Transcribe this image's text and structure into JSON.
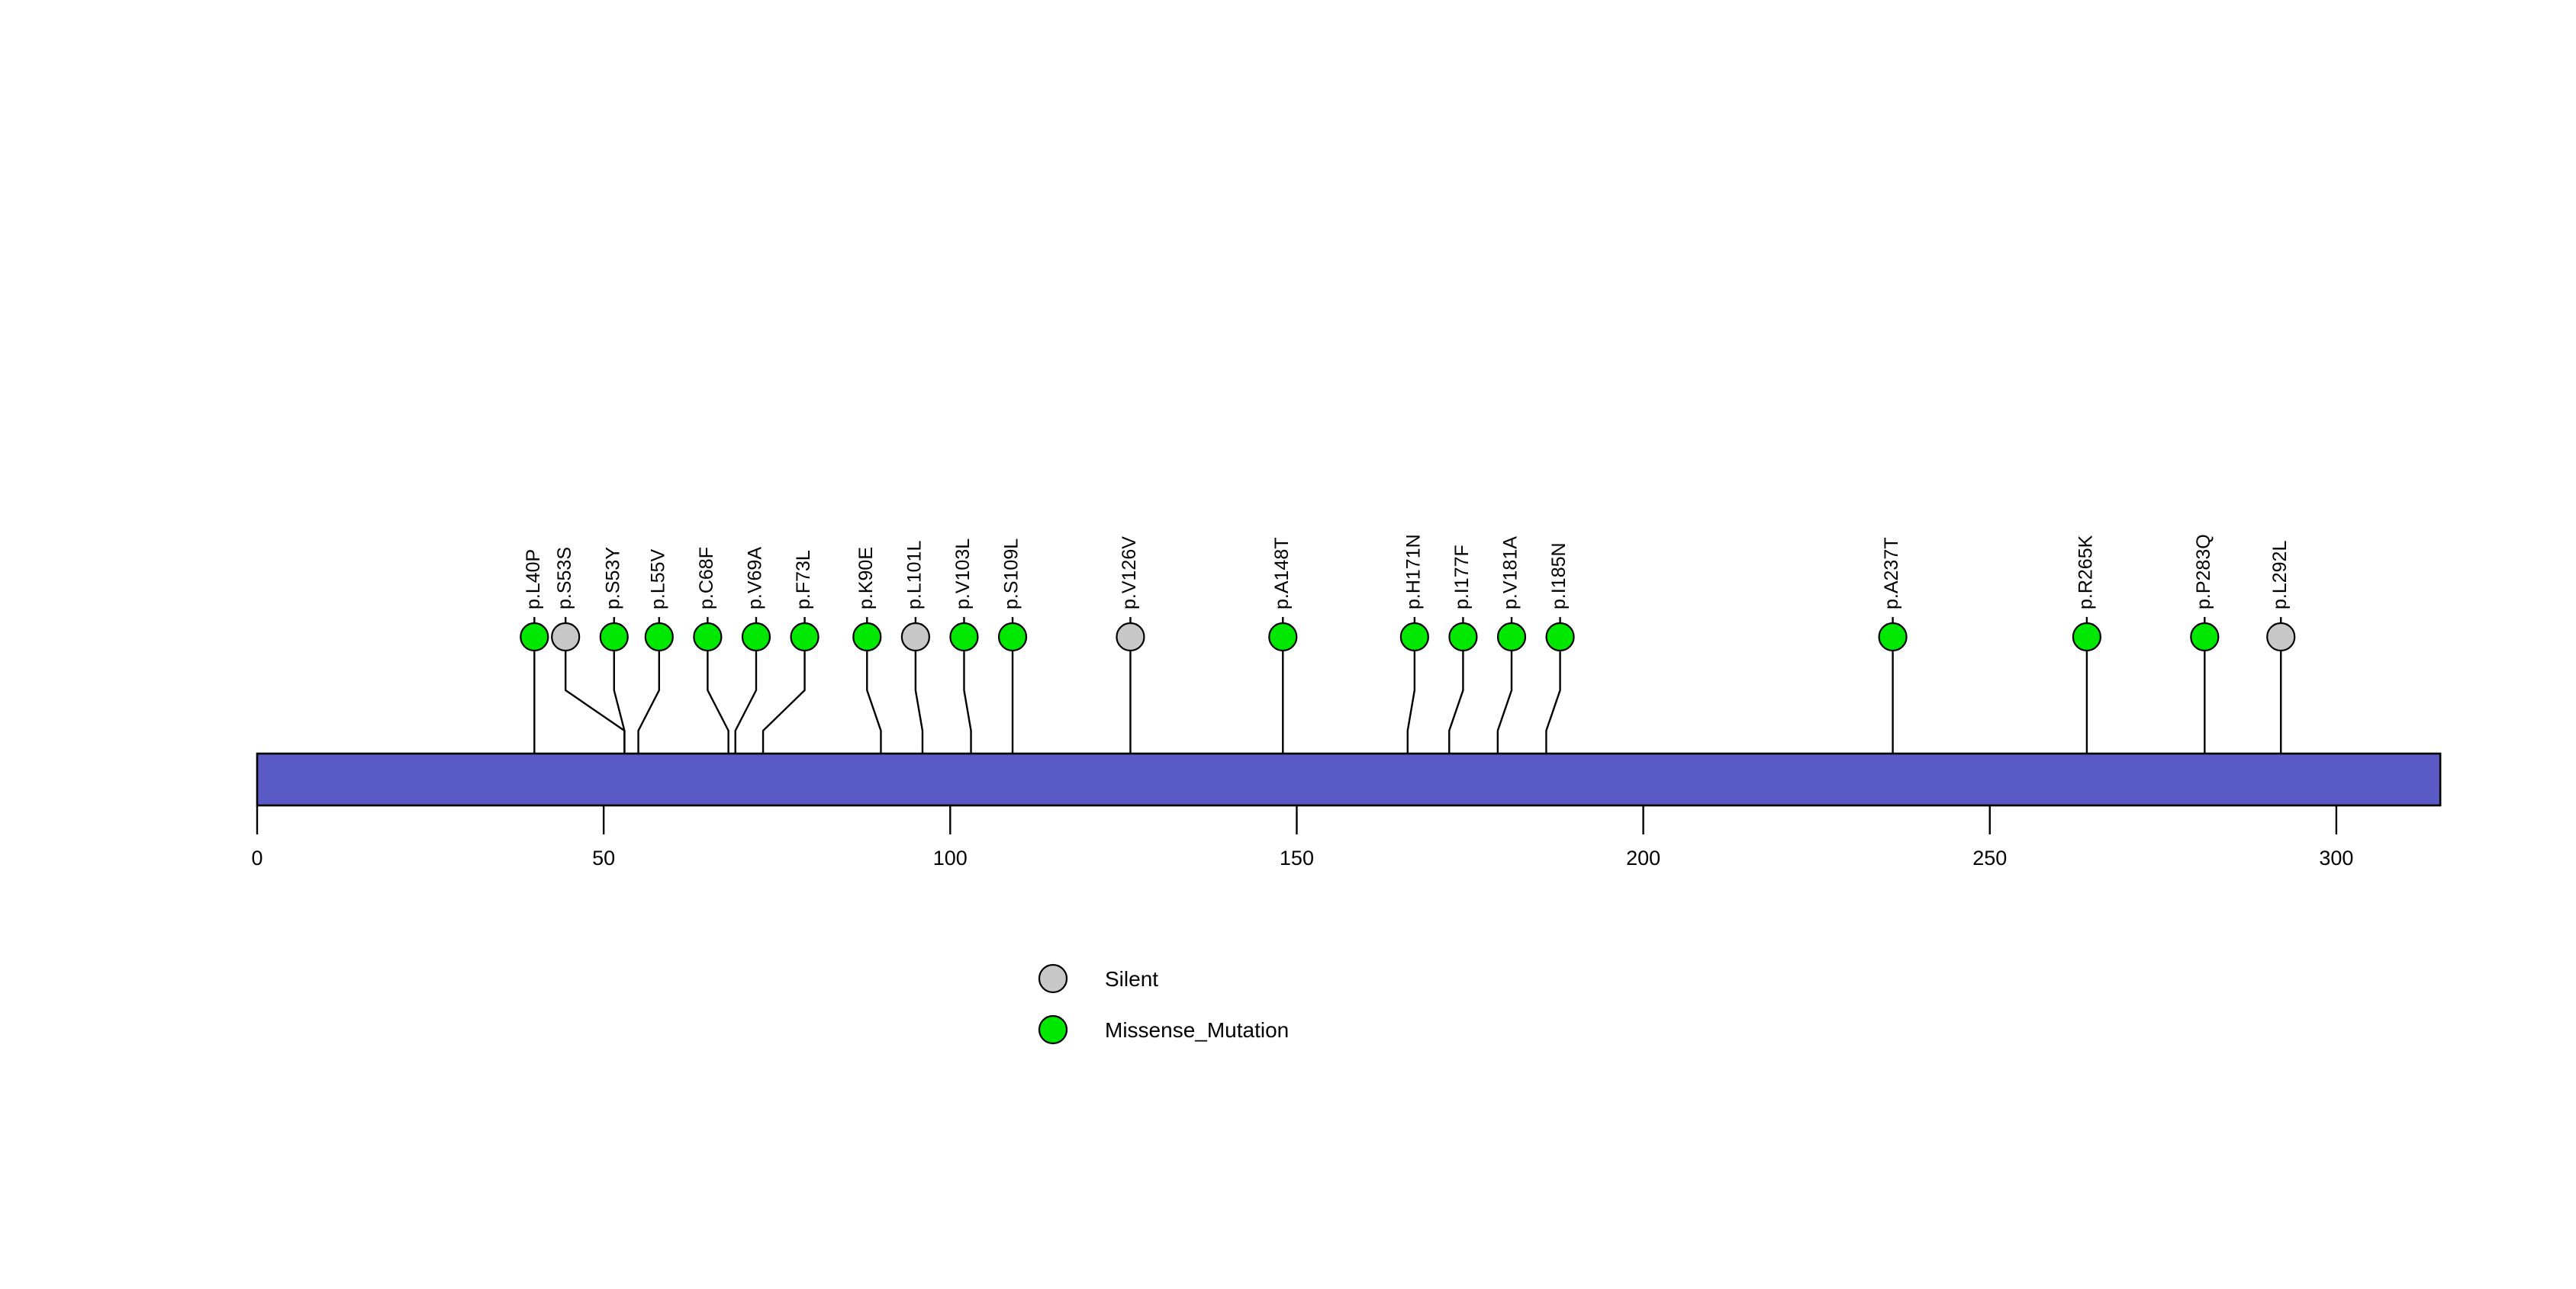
{
  "chart_data": {
    "type": "lollipop",
    "title": "",
    "xlabel": "",
    "ylabel": "",
    "xlim": [
      0,
      315
    ],
    "axis_ticks": [
      0,
      50,
      100,
      150,
      200,
      250,
      300
    ],
    "axis_tick_labels": [
      "0",
      "50",
      "100",
      "150",
      "200",
      "250",
      "300"
    ],
    "protein_length": 315,
    "grid": false,
    "legend_position": "bottom-center",
    "mutations": [
      {
        "label": "p.L40P",
        "position": 40,
        "type": "Missense_Mutation",
        "color": "#00E800",
        "label_slot": 40
      },
      {
        "label": "p.S53S",
        "position": 53,
        "type": "Silent",
        "color": "#C8C8C8",
        "label_slot": 44.5
      },
      {
        "label": "p.S53Y",
        "position": 53,
        "type": "Missense_Mutation",
        "color": "#00E800",
        "label_slot": 51.5
      },
      {
        "label": "p.L55V",
        "position": 55,
        "type": "Missense_Mutation",
        "color": "#00E800",
        "label_slot": 58
      },
      {
        "label": "p.C68F",
        "position": 68,
        "type": "Missense_Mutation",
        "color": "#00E800",
        "label_slot": 65
      },
      {
        "label": "p.V69A",
        "position": 69,
        "type": "Missense_Mutation",
        "color": "#00E800",
        "label_slot": 72
      },
      {
        "label": "p.F73L",
        "position": 73,
        "type": "Missense_Mutation",
        "color": "#00E800",
        "label_slot": 79
      },
      {
        "label": "p.K90E",
        "position": 90,
        "type": "Missense_Mutation",
        "color": "#00E800",
        "label_slot": 88
      },
      {
        "label": "p.L101L",
        "position": 96,
        "type": "Silent",
        "color": "#C8C8C8",
        "label_slot": 95
      },
      {
        "label": "p.V103L",
        "position": 103,
        "type": "Missense_Mutation",
        "color": "#00E800",
        "label_slot": 102
      },
      {
        "label": "p.S109L",
        "position": 109,
        "type": "Missense_Mutation",
        "color": "#00E800",
        "label_slot": 109
      },
      {
        "label": "p.V126V",
        "position": 126,
        "type": "Silent",
        "color": "#C8C8C8",
        "label_slot": 126
      },
      {
        "label": "p.A148T",
        "position": 148,
        "type": "Missense_Mutation",
        "color": "#00E800",
        "label_slot": 148
      },
      {
        "label": "p.H171N",
        "position": 166,
        "type": "Missense_Mutation",
        "color": "#00E800",
        "label_slot": 167
      },
      {
        "label": "p.I177F",
        "position": 172,
        "type": "Missense_Mutation",
        "color": "#00E800",
        "label_slot": 174
      },
      {
        "label": "p.V181A",
        "position": 179,
        "type": "Missense_Mutation",
        "color": "#00E800",
        "label_slot": 181
      },
      {
        "label": "p.I185N",
        "position": 186,
        "type": "Missense_Mutation",
        "color": "#00E800",
        "label_slot": 188
      },
      {
        "label": "p.A237T",
        "position": 236,
        "type": "Missense_Mutation",
        "color": "#00E800",
        "label_slot": 236
      },
      {
        "label": "p.R265K",
        "position": 264,
        "type": "Missense_Mutation",
        "color": "#00E800",
        "label_slot": 264
      },
      {
        "label": "p.P283Q",
        "position": 281,
        "type": "Missense_Mutation",
        "color": "#00E800",
        "label_slot": 281
      },
      {
        "label": "p.L292L",
        "position": 292,
        "type": "Silent",
        "color": "#C8C8C8",
        "label_slot": 292
      }
    ],
    "legend": [
      {
        "label": "Silent",
        "color": "#C8C8C8"
      },
      {
        "label": "Missense_Mutation",
        "color": "#00E800"
      }
    ],
    "domain_bar": {
      "color": "#5A5AC4",
      "start": 0,
      "end": 315
    }
  }
}
